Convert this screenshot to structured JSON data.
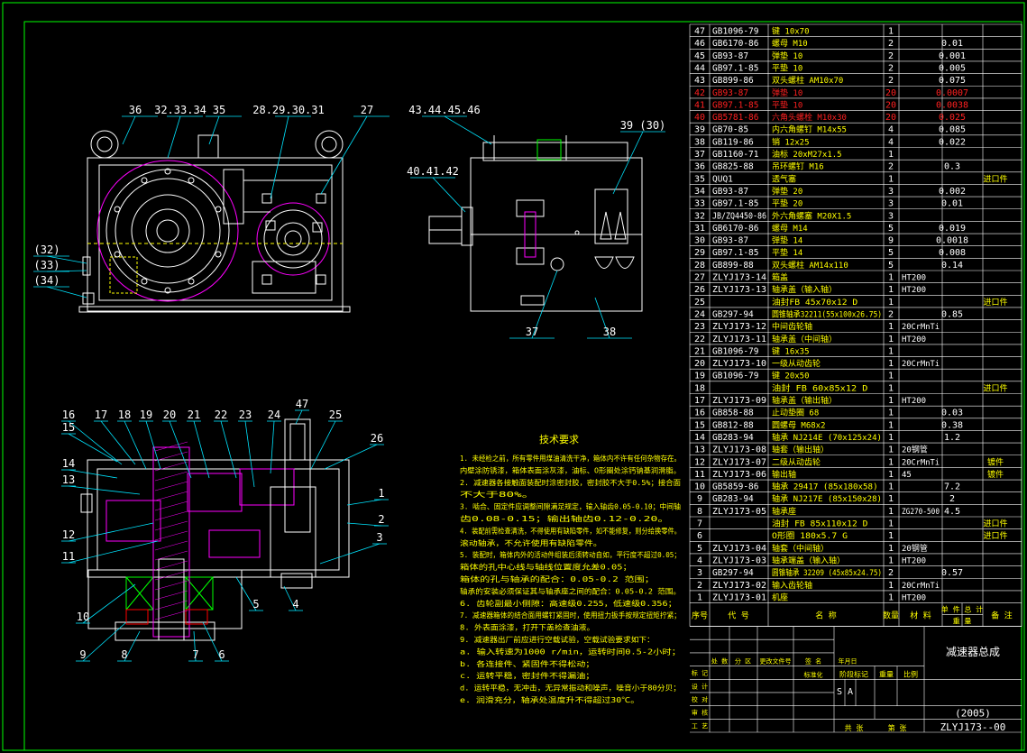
{
  "colors": {
    "background": "#000000",
    "frame": "#00ff00",
    "body_outline": "#ffffff",
    "leader": "#00e5ff",
    "gear": "#ff00ff",
    "hidden": "#ffff00",
    "table_red": "#ff2020",
    "text_white": "#ffffff"
  },
  "top_view_labels": [
    "36",
    "32.33.34",
    "35",
    "28.29.30.31",
    "27",
    "(32)",
    "(33)",
    "(34)"
  ],
  "side_view_labels": [
    "43.44.45.46",
    "39 (30)",
    "40.41.42",
    "37",
    "38"
  ],
  "section_view_labels": [
    "16",
    "17",
    "18",
    "19",
    "20",
    "21",
    "22",
    "23",
    "24",
    "47",
    "25",
    "15",
    "26",
    "14",
    "13",
    "1",
    "2",
    "3",
    "12",
    "11",
    "10",
    "9",
    "8",
    "7",
    "6",
    "5",
    "4"
  ],
  "tech_requirements": {
    "title": "技术要求",
    "lines": [
      "1. 未经检之前，所有零件用煤油清洗干净，箱体内不许有任何杂物存在。",
      "   内壁涂防锈漆，箱体表面涂灰漆，油标、O形圈处涂钙钠基润滑脂。",
      "2. 减速器各接触面装配时涂密封胶，密封胶不大于0.5%；接合面",
      "   不大于80%。",
      "3. 啮合、固定件应调整间隙满足规定，输入轴齿0.05-0.10；中间轴",
      "   齿0.08-0.15；输出轴齿0.12-0.20。",
      "4. 装配前需检查清洗，不得使用有缺陷零件，如不能修复，则分给换零件。",
      "   滚动轴承，不允许使用有缺陷零件。",
      "5. 装配时，箱体内外的活动件组装后须转动自如，平行度不超过0.05；",
      "   箱体的孔中心线与轴线位置度允差0.05；",
      "   箱体的孔与轴承的配合：0.05-0.2 范围；",
      "   轴承的安装必须保证其与轴承座之间的配合：0.05-0.2 范围。",
      "6. 齿轮副最小侧隙：高速级0.255，低速级0.356；",
      "7. 减速器箱体的结合面用螺钉紧固时，使用扭力扳手按规定扭矩拧紧；",
      "8. 外表面涂漆，打开下盖检查油液。",
      "9. 减速器出厂前应进行空载试验，空载试验要求如下：",
      "  a. 输入转速为1000 r/min，运转时间0.5-2小时；",
      "  b. 各连接件、紧固件不得松动；",
      "  c. 运转平稳，密封件不得漏油；",
      "  d. 运转平稳，无冲击，无异常振动和噪声，噪音小于80分贝；",
      "  e. 润滑充分，轴承处温度升不得超过30℃。"
    ]
  },
  "parts": [
    {
      "no": "47",
      "code": "GB1096-79",
      "name": "键  10x70",
      "qty": "1",
      "mat": "",
      "weight": "",
      "note": "",
      "red": false
    },
    {
      "no": "46",
      "code": "GB6170-86",
      "name": "螺母  M10",
      "qty": "2",
      "mat": "",
      "weight": "0.01",
      "note": "",
      "red": false
    },
    {
      "no": "45",
      "code": "GB93-87",
      "name": "弹垫  10",
      "qty": "2",
      "mat": "",
      "weight": "0.001",
      "note": "",
      "red": false
    },
    {
      "no": "44",
      "code": "GB97.1-85",
      "name": "平垫  10",
      "qty": "2",
      "mat": "",
      "weight": "0.005",
      "note": "",
      "red": false
    },
    {
      "no": "43",
      "code": "GB899-86",
      "name": "双头螺柱  AM10x70",
      "qty": "2",
      "mat": "",
      "weight": "0.075",
      "note": "",
      "red": false
    },
    {
      "no": "42",
      "code": "GB93-87",
      "name": "弹垫  10",
      "qty": "20",
      "mat": "",
      "weight": "0.0007",
      "note": "",
      "red": true
    },
    {
      "no": "41",
      "code": "GB97.1-85",
      "name": "平垫  10",
      "qty": "20",
      "mat": "",
      "weight": "0.0038",
      "note": "",
      "red": true
    },
    {
      "no": "40",
      "code": "GB5781-86",
      "name": "六角头螺栓  M10x30",
      "qty": "20",
      "mat": "",
      "weight": "0.025",
      "note": "",
      "red": true
    },
    {
      "no": "39",
      "code": "GB70-85",
      "name": "内六角螺钉  M14x55",
      "qty": "4",
      "mat": "",
      "weight": "0.085",
      "note": "",
      "red": false
    },
    {
      "no": "38",
      "code": "GB119-86",
      "name": "销  12x25",
      "qty": "4",
      "mat": "",
      "weight": "0.022",
      "note": "",
      "red": false
    },
    {
      "no": "37",
      "code": "GB1160-71",
      "name": "油标  20xM27x1.5",
      "qty": "1",
      "mat": "",
      "weight": "",
      "note": "",
      "red": false
    },
    {
      "no": "36",
      "code": "GB825-88",
      "name": "吊环螺钉  M16",
      "qty": "2",
      "mat": "",
      "weight": "0.3",
      "note": "",
      "red": false
    },
    {
      "no": "35",
      "code": "QUQ1",
      "name": "透气塞",
      "qty": "1",
      "mat": "",
      "weight": "",
      "note": "进口件",
      "red": false
    },
    {
      "no": "34",
      "code": "GB93-87",
      "name": "弹垫  20",
      "qty": "3",
      "mat": "",
      "weight": "0.002",
      "note": "",
      "red": false
    },
    {
      "no": "33",
      "code": "GB97.1-85",
      "name": "平垫  20",
      "qty": "3",
      "mat": "",
      "weight": "0.01",
      "note": "",
      "red": false
    },
    {
      "no": "32",
      "code": "JB/ZQ4450-86",
      "name": "外六角螺塞  M20X1.5",
      "qty": "3",
      "mat": "",
      "weight": "",
      "note": "",
      "red": false
    },
    {
      "no": "31",
      "code": "GB6170-86",
      "name": "螺母  M14",
      "qty": "5",
      "mat": "",
      "weight": "0.019",
      "note": "",
      "red": false
    },
    {
      "no": "30",
      "code": "GB93-87",
      "name": "弹垫  14",
      "qty": "9",
      "mat": "",
      "weight": "0.0018",
      "note": "",
      "red": false
    },
    {
      "no": "29",
      "code": "GB97.1-85",
      "name": "平垫  14",
      "qty": "5",
      "mat": "",
      "weight": "0.008",
      "note": "",
      "red": false
    },
    {
      "no": "28",
      "code": "GB899-88",
      "name": "双头螺柱  AM14x110",
      "qty": "5",
      "mat": "",
      "weight": "0.14",
      "note": "",
      "red": false
    },
    {
      "no": "27",
      "code": "ZLYJ173-14",
      "name": "箱盖",
      "qty": "1",
      "mat": "HT200",
      "weight": "",
      "note": "",
      "red": false
    },
    {
      "no": "26",
      "code": "ZLYJ173-13",
      "name": "轴承盖（输入轴）",
      "qty": "1",
      "mat": "HT200",
      "weight": "",
      "note": "",
      "red": false
    },
    {
      "no": "25",
      "code": "",
      "name": "油封FB  45x70x12  D",
      "qty": "1",
      "mat": "",
      "weight": "",
      "note": "进口件",
      "red": false
    },
    {
      "no": "24",
      "code": "GB297-94",
      "name": "圆锥轴承32211(55x100x26.75)",
      "qty": "2",
      "mat": "",
      "weight": "0.85",
      "note": "",
      "red": false
    },
    {
      "no": "23",
      "code": "ZLYJ173-12",
      "name": "中间齿轮轴",
      "qty": "1",
      "mat": "20CrMnTi",
      "weight": "",
      "note": "",
      "red": false
    },
    {
      "no": "22",
      "code": "ZLYJ173-11",
      "name": "轴承盖（中间轴）",
      "qty": "1",
      "mat": "HT200",
      "weight": "",
      "note": "",
      "red": false
    },
    {
      "no": "21",
      "code": "GB1096-79",
      "name": "键  16x35",
      "qty": "1",
      "mat": "",
      "weight": "",
      "note": "",
      "red": false
    },
    {
      "no": "20",
      "code": "ZLYJ173-10",
      "name": "一级从动齿轮",
      "qty": "1",
      "mat": "20CrMnTi",
      "weight": "",
      "note": "",
      "red": false
    },
    {
      "no": "19",
      "code": "GB1096-79",
      "name": "键  20x50",
      "qty": "1",
      "mat": "",
      "weight": "",
      "note": "",
      "red": false
    },
    {
      "no": "18",
      "code": "",
      "name": "油封  FB  60x85x12  D",
      "qty": "1",
      "mat": "",
      "weight": "",
      "note": "进口件",
      "red": false
    },
    {
      "no": "17",
      "code": "ZLYJ173-09",
      "name": "轴承盖（输出轴）",
      "qty": "1",
      "mat": "HT200",
      "weight": "",
      "note": "",
      "red": false
    },
    {
      "no": "16",
      "code": "GB858-88",
      "name": "止动垫圈  68",
      "qty": "1",
      "mat": "",
      "weight": "0.03",
      "note": "",
      "red": false
    },
    {
      "no": "15",
      "code": "GB812-88",
      "name": "圆螺母  M68x2",
      "qty": "1",
      "mat": "",
      "weight": "0.38",
      "note": "",
      "red": false
    },
    {
      "no": "14",
      "code": "GB283-94",
      "name": "轴承  NJ214E  (70x125x24)",
      "qty": "1",
      "mat": "",
      "weight": "1.2",
      "note": "",
      "red": false
    },
    {
      "no": "13",
      "code": "ZLYJ173-08",
      "name": "轴套（输出轴）",
      "qty": "1",
      "mat": "20钢管",
      "weight": "",
      "note": "",
      "red": false
    },
    {
      "no": "12",
      "code": "ZLYJ173-07",
      "name": "二级从动齿轮",
      "qty": "1",
      "mat": "20CrMnTi",
      "weight": "",
      "note": "镀件",
      "red": false
    },
    {
      "no": "11",
      "code": "ZLYJ173-06",
      "name": "输出轴",
      "qty": "1",
      "mat": "45",
      "weight": "",
      "note": "镀件",
      "red": false
    },
    {
      "no": "10",
      "code": "GB5859-86",
      "name": "轴承  29417 (85x180x58)",
      "qty": "1",
      "mat": "",
      "weight": "7.2",
      "note": "",
      "red": false
    },
    {
      "no": "9",
      "code": "GB283-94",
      "name": "轴承  NJ217E  (85x150x28)",
      "qty": "1",
      "mat": "",
      "weight": "2",
      "note": "",
      "red": false
    },
    {
      "no": "8",
      "code": "ZLYJ173-05",
      "name": "轴承座",
      "qty": "1",
      "mat": "ZG270-500",
      "weight": "4.5",
      "note": "",
      "red": false
    },
    {
      "no": "7",
      "code": "",
      "name": "油封  FB  85x110x12 D",
      "qty": "1",
      "mat": "",
      "weight": "",
      "note": "进口件",
      "red": false
    },
    {
      "no": "6",
      "code": "",
      "name": "O形圈  180x5.7  G",
      "qty": "1",
      "mat": "",
      "weight": "",
      "note": "进口件",
      "red": false
    },
    {
      "no": "5",
      "code": "ZLYJ173-04",
      "name": "轴套（中间轴）",
      "qty": "1",
      "mat": "20钢管",
      "weight": "",
      "note": "",
      "red": false
    },
    {
      "no": "4",
      "code": "ZLYJ173-03",
      "name": "轴承端盖（输入轴）",
      "qty": "1",
      "mat": "HT200",
      "weight": "",
      "note": "",
      "red": false
    },
    {
      "no": "3",
      "code": "GB297-94",
      "name": "圆锥轴承  32209  (45x85x24.75)",
      "qty": "2",
      "mat": "",
      "weight": "0.57",
      "note": "",
      "red": false
    },
    {
      "no": "2",
      "code": "ZLYJ173-02",
      "name": "输入齿轮轴",
      "qty": "1",
      "mat": "20CrMnTi",
      "weight": "",
      "note": "",
      "red": false
    },
    {
      "no": "1",
      "code": "ZLYJ173-01",
      "name": "机座",
      "qty": "1",
      "mat": "HT200",
      "weight": "",
      "note": "",
      "red": false
    }
  ],
  "bom_header": {
    "no": "序号",
    "code": "代  号",
    "name": "名        称",
    "qty": "数量",
    "mat": "材  料",
    "weight_top": "单 件 总 计",
    "weight_bottom": "重    量",
    "note": "备 注"
  },
  "title_block": {
    "drawing_title": "减速器总成",
    "year": "(2005)",
    "drawing_no": "ZLYJ173--00",
    "row_labels": [
      "标 记",
      "设 计",
      "校 对",
      "审 核",
      "工 艺"
    ],
    "col_labels": [
      "处 数",
      "分 区",
      "更改文件号",
      "签 名",
      "年月日"
    ],
    "std_label": "标准化",
    "stage_label": "阶段标记",
    "weight_label": "重量",
    "scale_label": "比例",
    "stage_values": [
      "S",
      "A"
    ],
    "sheet_total": "共    张",
    "sheet_no": "第    张"
  }
}
